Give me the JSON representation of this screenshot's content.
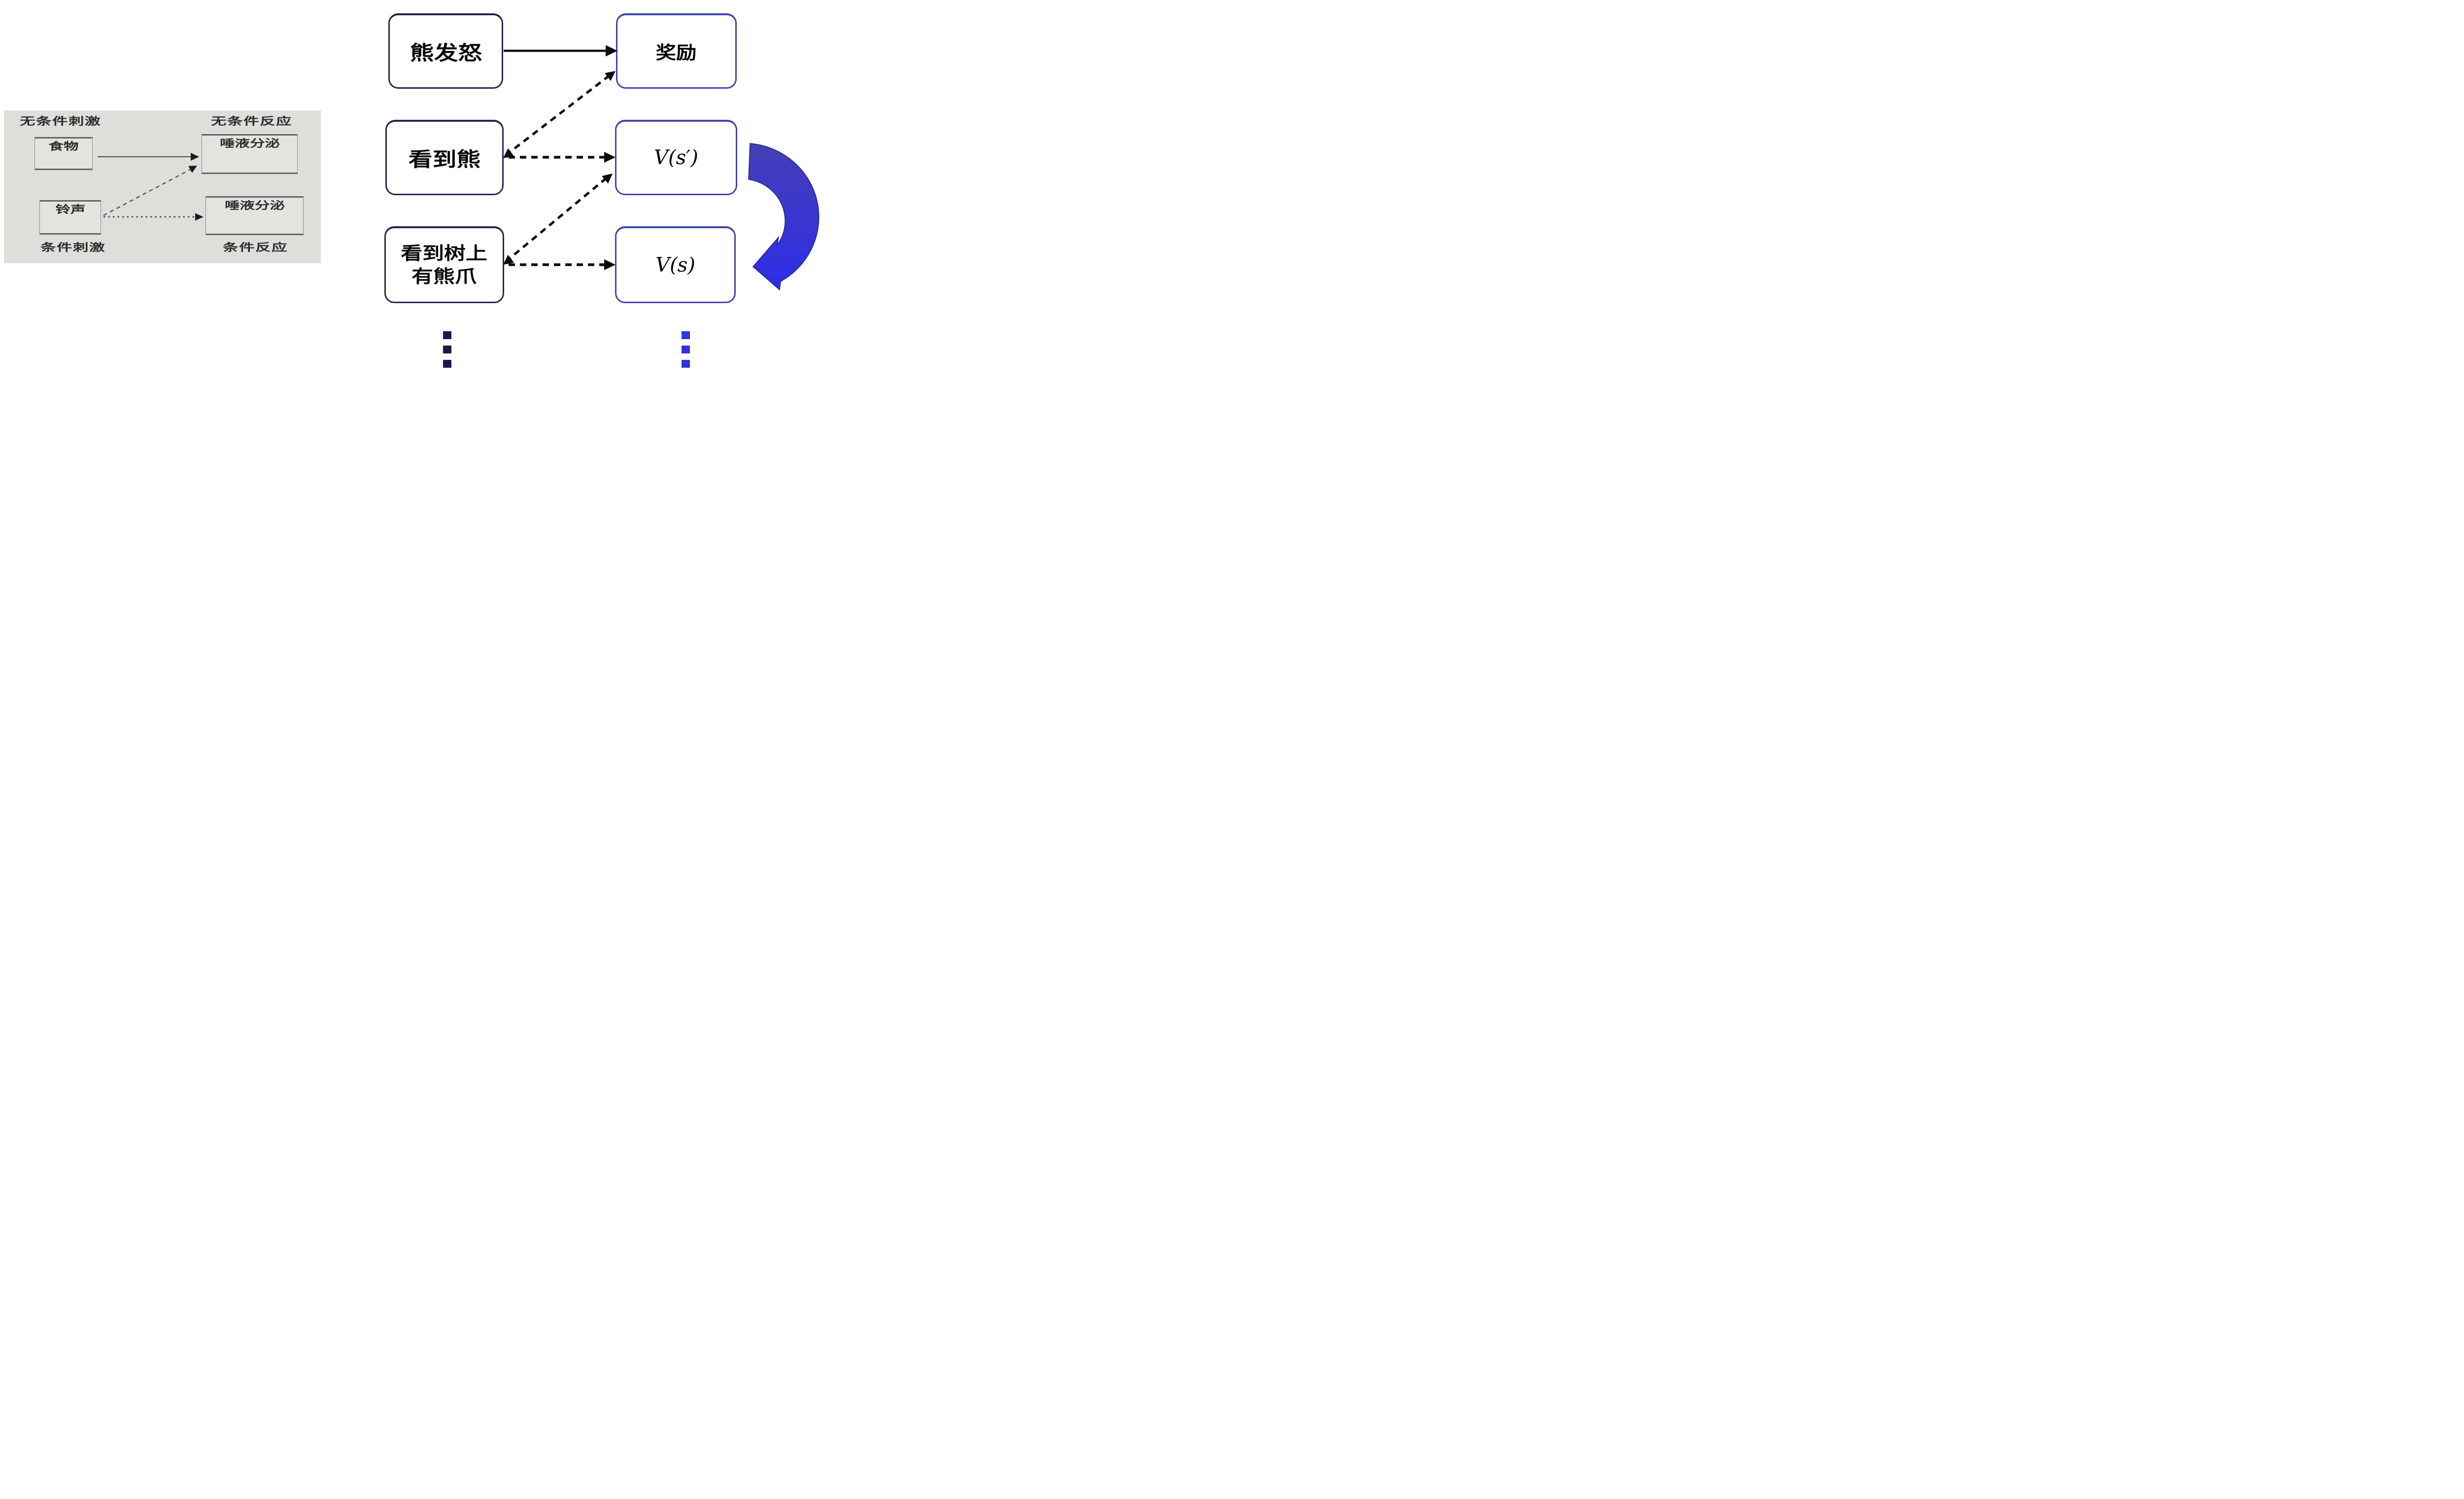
{
  "colors": {
    "page_bg": "#ffffff",
    "panel_bg": "#dfdedb",
    "panel_box_bg": "#e4e3e0",
    "panel_border": "#8a8a8a",
    "panel_text": "#2d2d2d",
    "panel_arrow": "#3d3d3d",
    "state_box_border": "#262450",
    "value_box_border": "#4145ab",
    "arrow_black": "#0d0d0d",
    "ribbon_top": "#453fb6",
    "ribbon_bottom": "#2d2de8",
    "ribbon_edge": "#22227a",
    "dots_left": "#1a1a4a",
    "dots_right": "#3232dc"
  },
  "pavlov": {
    "label_unconditioned_stimulus": "无条件刺激",
    "label_unconditioned_response": "无条件反应",
    "label_conditioned_stimulus": "条件刺激",
    "label_conditioned_response": "条件反应",
    "box_food": "食物",
    "box_salivation_top": "唾液分泌",
    "box_bell": "铃声",
    "box_salivation_bottom": "唾液分泌"
  },
  "rl": {
    "box_bear_rage": "熊发怒",
    "box_reward": "奖励",
    "box_see_bear": "看到熊",
    "box_value_next": "V(s′)",
    "box_see_claw_line1": "看到树上",
    "box_see_claw_line2": "有熊爪",
    "box_value": "V(s)"
  }
}
